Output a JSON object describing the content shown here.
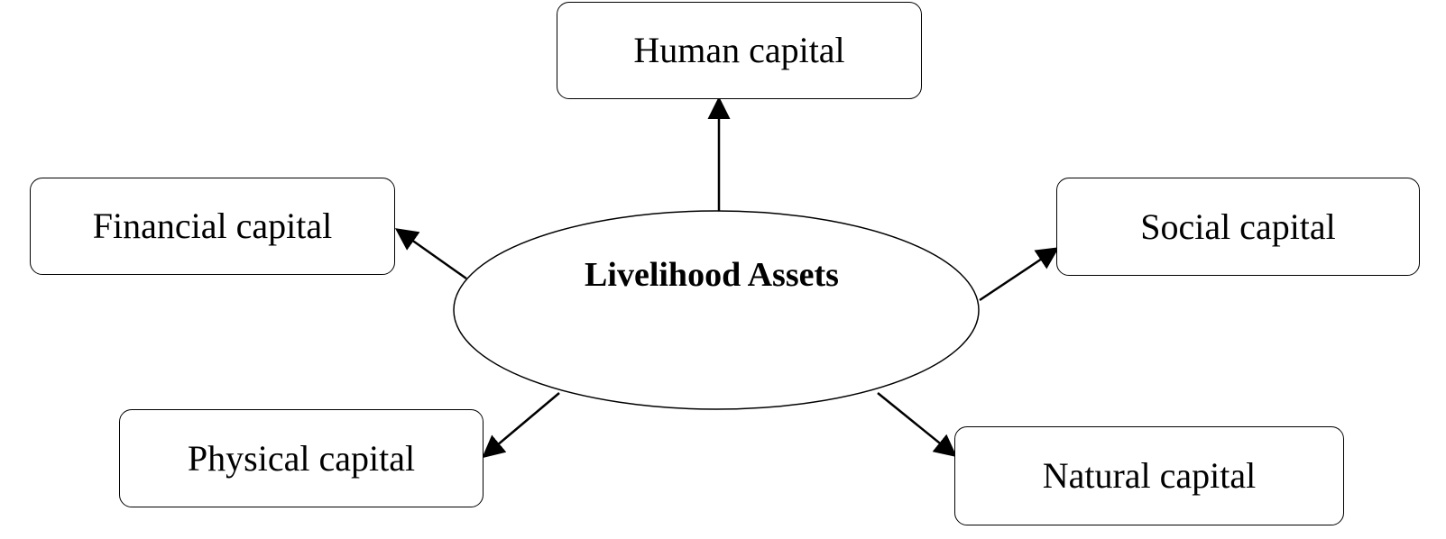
{
  "center": {
    "label": "Livelihood Assets"
  },
  "nodes": {
    "human": "Human capital",
    "financial": "Financial capital",
    "social": "Social capital",
    "physical": "Physical capital",
    "natural": "Natural capital"
  },
  "colors": {
    "stroke": "#000000",
    "fill": "#ffffff"
  }
}
